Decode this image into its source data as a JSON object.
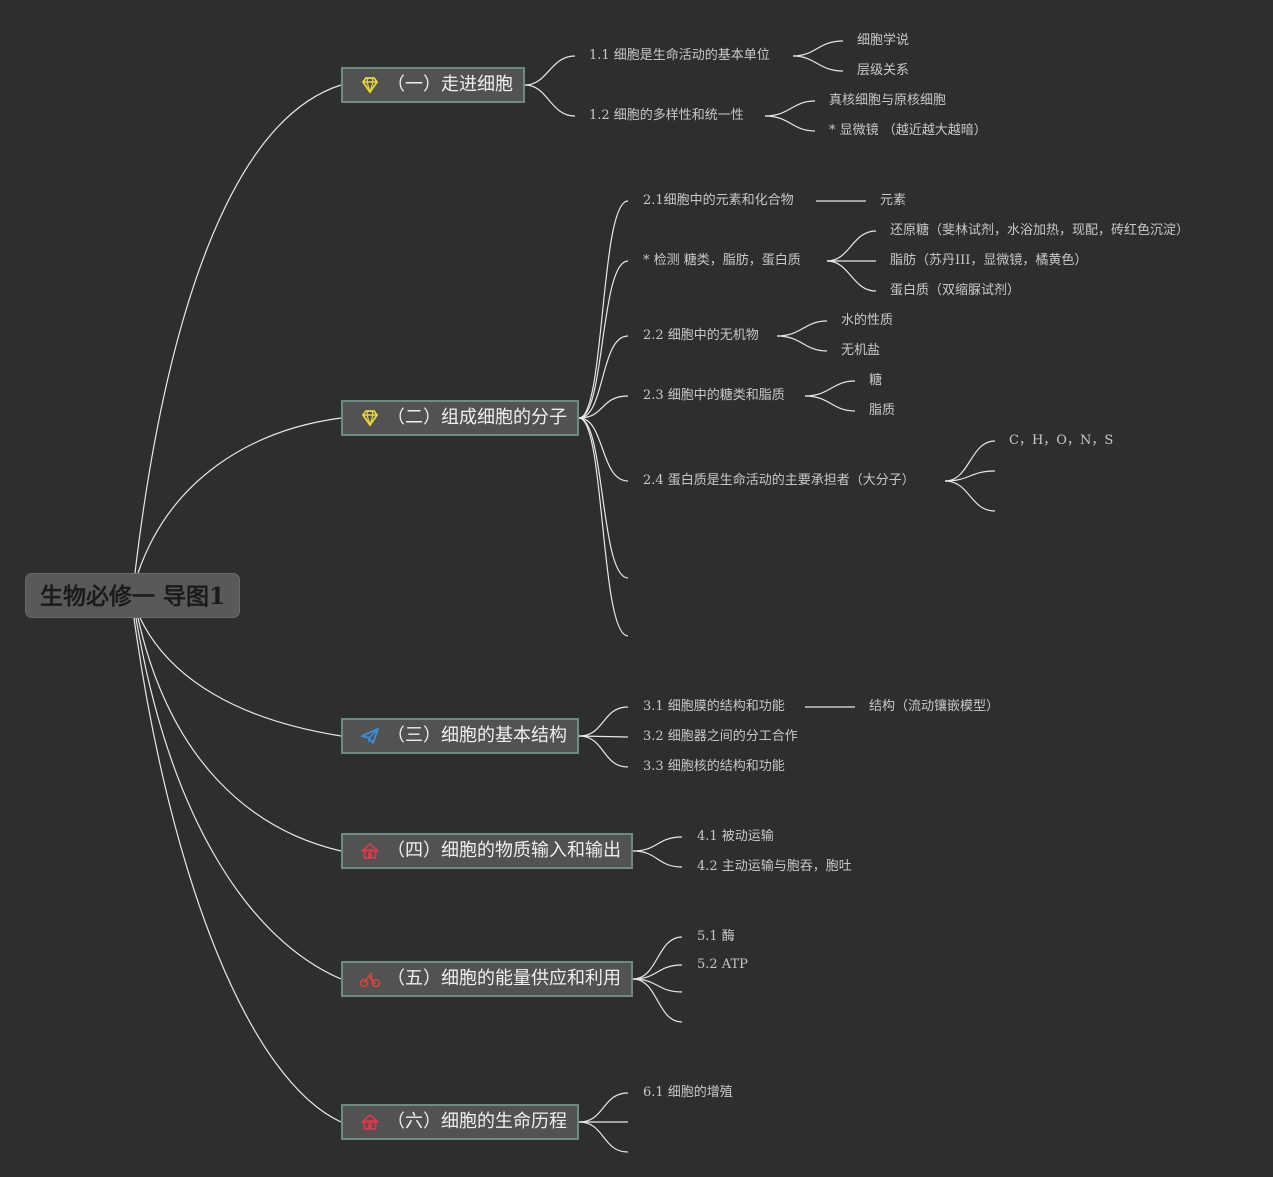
{
  "root": {
    "title": "生物必修一 导图1"
  },
  "topics": [
    {
      "label": "（一）走进细胞",
      "icon": "diamond-icon",
      "children": [
        {
          "label": "1.1 细胞是生命活动的基本单位",
          "children": [
            "细胞学说",
            "层级关系"
          ]
        },
        {
          "label": "1.2 细胞的多样性和统一性",
          "children": [
            "真核细胞与原核细胞",
            "* 显微镜 （越近越大越暗）"
          ]
        }
      ]
    },
    {
      "label": "（二）组成细胞的分子",
      "icon": "diamond-icon",
      "children": [
        {
          "label": "2.1细胞中的元素和化合物",
          "children": [
            "元素"
          ]
        },
        {
          "label": "* 检测 糖类，脂肪，蛋白质",
          "children": [
            "还原糖（斐林试剂，水浴加热，现配，砖红色沉淀）",
            "脂肪（苏丹III，显微镜，橘黄色）",
            "蛋白质（双缩脲试剂）"
          ]
        },
        {
          "label": "2.2 细胞中的无机物",
          "children": [
            "水的性质",
            "无机盐"
          ]
        },
        {
          "label": "2.3 细胞中的糖类和脂质",
          "children": [
            "糖",
            "脂质"
          ]
        },
        {
          "label": "2.4 蛋白质是生命活动的主要承担者（大分子）",
          "children": [
            "C，H，O，N，S"
          ]
        }
      ]
    },
    {
      "label": "（三）细胞的基本结构",
      "icon": "paper-plane-icon",
      "children": [
        {
          "label": "3.1 细胞膜的结构和功能",
          "children": [
            "结构（流动镶嵌模型）"
          ]
        },
        {
          "label": "3.2 细胞器之间的分工合作",
          "children": []
        },
        {
          "label": "3.3 细胞核的结构和功能",
          "children": []
        }
      ]
    },
    {
      "label": "（四）细胞的物质输入和输出",
      "icon": "home-icon",
      "children": [
        {
          "label": "4.1 被动运输",
          "children": []
        },
        {
          "label": "4.2 主动运输与胞吞，胞吐",
          "children": []
        }
      ]
    },
    {
      "label": "（五）细胞的能量供应和利用",
      "icon": "bicycle-icon",
      "children": [
        {
          "label": "5.1 酶",
          "children": []
        },
        {
          "label": "5.2 ATP",
          "children": []
        }
      ]
    },
    {
      "label": "（六）细胞的生命历程",
      "icon": "home-icon",
      "children": [
        {
          "label": "6.1 细胞的增殖",
          "children": []
        }
      ]
    }
  ],
  "colors": {
    "background": "#2e2e2e",
    "lines": "#e8e8e8",
    "diamond": "#e8d83a",
    "paper_plane": "#3a8fd6",
    "home": "#d63a4a",
    "bicycle": "#d6443a"
  }
}
